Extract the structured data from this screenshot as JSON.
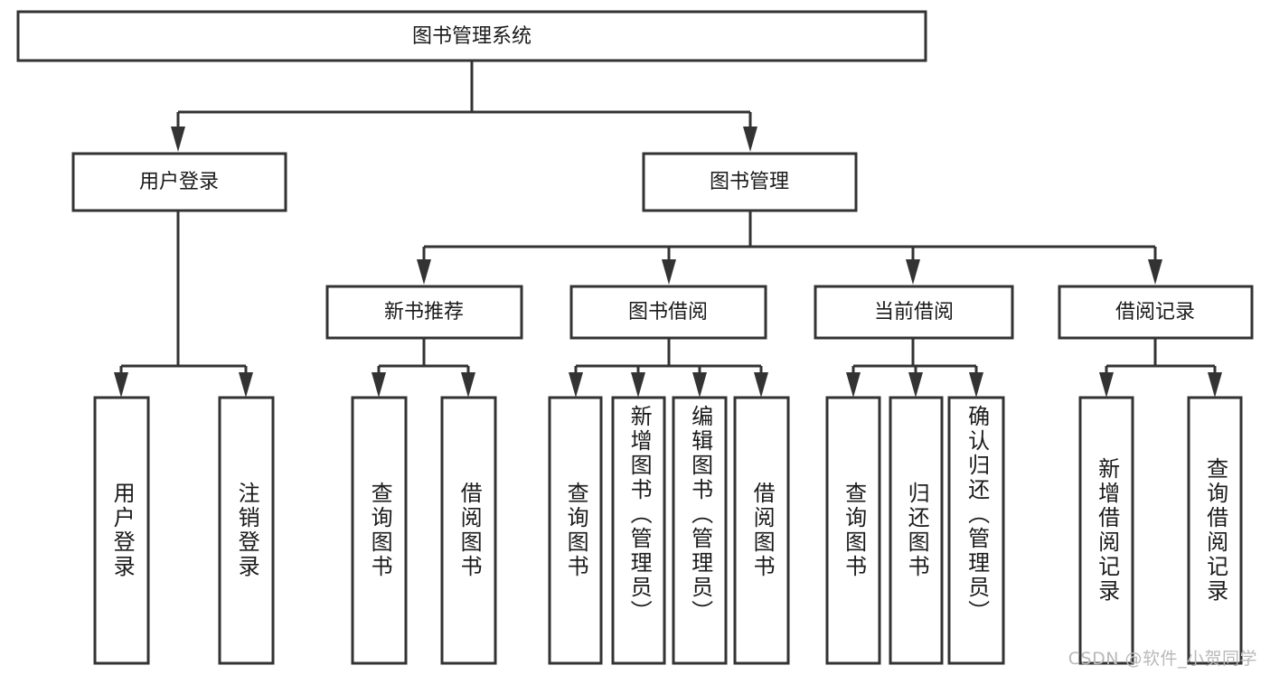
{
  "diagram": {
    "title": "图书管理系统",
    "type": "tree-hierarchy-chart",
    "root": {
      "id": "root",
      "label": "图书管理系统"
    },
    "level1": [
      {
        "id": "user-login",
        "label": "用户登录"
      },
      {
        "id": "book-manage",
        "label": "图书管理"
      }
    ],
    "level2": [
      {
        "id": "new-book-rec",
        "label": "新书推荐",
        "parent": "book-manage"
      },
      {
        "id": "book-borrow",
        "label": "图书借阅",
        "parent": "book-manage"
      },
      {
        "id": "current-borrow",
        "label": "当前借阅",
        "parent": "book-manage"
      },
      {
        "id": "borrow-record",
        "label": "借阅记录",
        "parent": "book-manage"
      }
    ],
    "leaves": [
      {
        "id": "leaf-user-login",
        "label": "用户登录",
        "parent": "user-login"
      },
      {
        "id": "leaf-user-logout",
        "label": "注销登录",
        "parent": "user-login"
      },
      {
        "id": "leaf-query-book-1",
        "label": "查询图书",
        "parent": "new-book-rec"
      },
      {
        "id": "leaf-borrow-book-1",
        "label": "借阅图书",
        "parent": "new-book-rec"
      },
      {
        "id": "leaf-query-book-2",
        "label": "查询图书",
        "parent": "book-borrow"
      },
      {
        "id": "leaf-add-book",
        "label": "新增图书（管理员）",
        "parent": "book-borrow"
      },
      {
        "id": "leaf-edit-book",
        "label": "编辑图书（管理员）",
        "parent": "book-borrow"
      },
      {
        "id": "leaf-borrow-book-2",
        "label": "借阅图书",
        "parent": "book-borrow"
      },
      {
        "id": "leaf-query-book-3",
        "label": "查询图书",
        "parent": "current-borrow"
      },
      {
        "id": "leaf-return-book",
        "label": "归还图书",
        "parent": "current-borrow"
      },
      {
        "id": "leaf-confirm-return",
        "label": "确认归还（管理员）",
        "parent": "current-borrow"
      },
      {
        "id": "leaf-add-record",
        "label": "新增借阅记录",
        "parent": "borrow-record"
      },
      {
        "id": "leaf-query-record",
        "label": "查询借阅记录",
        "parent": "borrow-record"
      }
    ]
  },
  "watermark": {
    "text": "CSDN @软件_小贺同学"
  },
  "colors": {
    "stroke": "#333333",
    "fill": "#ffffff",
    "text": "#1a1a1a",
    "watermark": "#b9b9b9"
  }
}
